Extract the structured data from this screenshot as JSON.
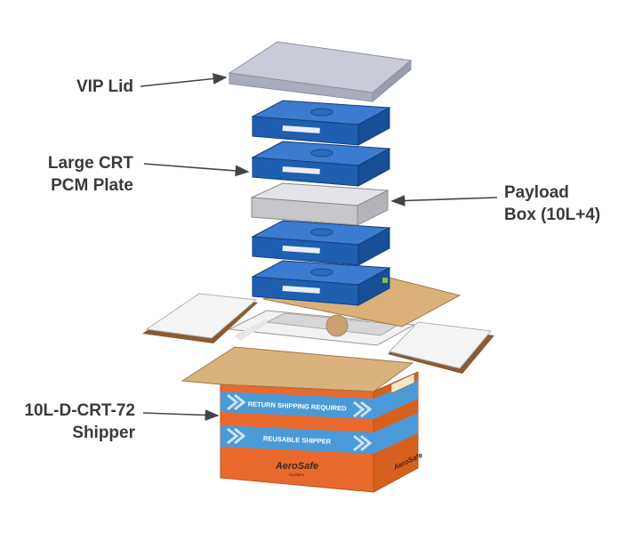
{
  "callouts": {
    "vip_lid": "VIP Lid",
    "pcm_plate_line1": "Large CRT",
    "pcm_plate_line2": "PCM Plate",
    "payload_line1": "Payload",
    "payload_line2": "Box (10L+4)",
    "shipper_line1": "10L-D-CRT-72",
    "shipper_line2": "Shipper"
  },
  "box_print": {
    "return_band": "RETURN SHIPPING REQUIRED",
    "reusable_band": "REUSABLE SHIPPER",
    "brand": "AeroSafe",
    "brand_sub": "GLOBAL",
    "side_brand": "AeroSafe"
  },
  "colors": {
    "pcm_blue": "#1f5fb0",
    "box_orange": "#e9692c",
    "band_blue": "#4b9ad8",
    "cardboard": "#d9b27e",
    "lid_grey": "#c9ccd8",
    "text_grey": "#3a3a3a"
  }
}
